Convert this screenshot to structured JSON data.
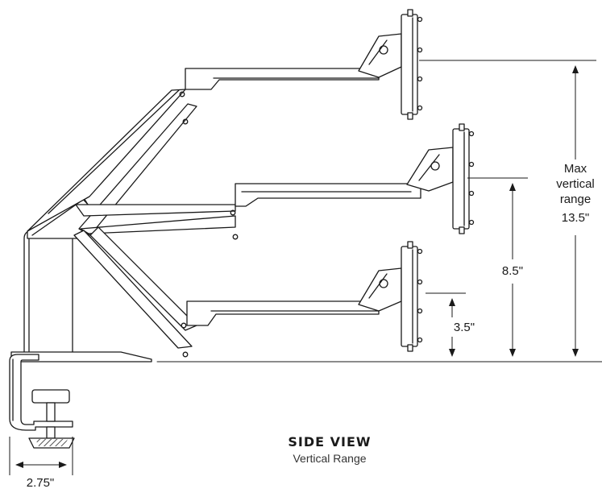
{
  "diagram": {
    "title": "SIDE VIEW",
    "subtitle": "Vertical Range",
    "dimensions": {
      "max_range_label": [
        "Max",
        "vertical",
        "range"
      ],
      "max_range_value": "13.5\"",
      "mid_range_value": "8.5\"",
      "min_range_value": "3.5\"",
      "clamp_width_value": "2.75\""
    }
  }
}
